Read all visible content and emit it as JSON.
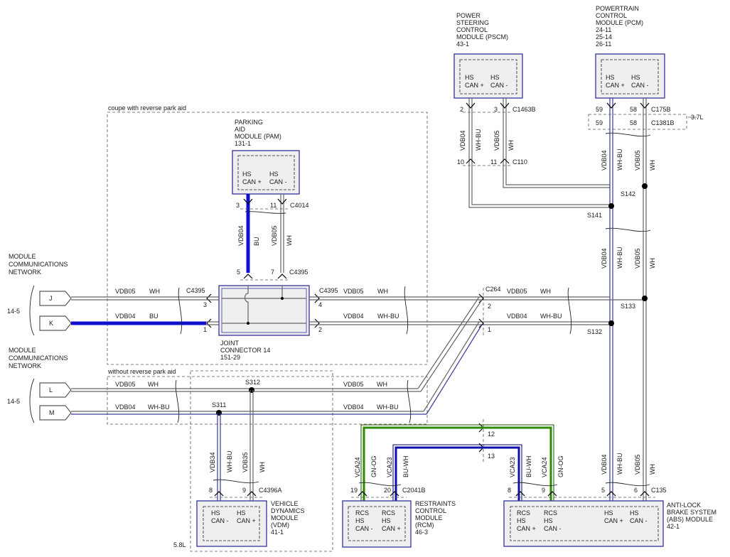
{
  "pscm": {
    "title": [
      "POWER",
      "STEERING",
      "CONTROL",
      "MODULE (PSCM)",
      "43-1"
    ],
    "pins": [
      "HS",
      "CAN +",
      "HS",
      "CAN -"
    ],
    "p1": "2",
    "p2": "3",
    "conn": "C1463B",
    "w1": "VDB04",
    "w1c": "WH-BU",
    "w2": "VDB05",
    "w2c": "WH",
    "b1": "10",
    "b2": "11",
    "bconn": "C110"
  },
  "pcm": {
    "title": [
      "POWERTRAIN",
      "CONTROL",
      "MODULE (PCM)",
      "24-11",
      "25-14",
      "26-11"
    ],
    "pins": [
      "HS",
      "CAN +",
      "HS",
      "CAN -"
    ],
    "p1": "59",
    "p2": "58",
    "conn": "C175B",
    "q1": "59",
    "q2": "58",
    "qconn": "C1381B",
    "eng": "3.7L",
    "w1": "VDB04",
    "w1c": "WH-BU",
    "w2": "VDB05",
    "w2c": "WH",
    "s142": "S142",
    "s141": "S141"
  },
  "pam": {
    "option": "coupe with reverse park aid",
    "title": [
      "PARKING",
      "AID",
      "MODULE (PAM)",
      "131-1"
    ],
    "pins": [
      "HS",
      "CAN +",
      "HS",
      "CAN -"
    ],
    "p1": "3",
    "p2": "11",
    "conn": "C4014",
    "w1": "VDB04",
    "w1c": "BU",
    "w2": "VDB05",
    "w2c": "WH",
    "q1": "5",
    "q2": "7",
    "qconn": "C4395"
  },
  "jc": {
    "title": [
      "JOINT",
      "CONNECTOR 14",
      "151-29"
    ],
    "c_left": "C4395",
    "c_right": "C4395",
    "l3": "3",
    "l1": "1",
    "r4": "4",
    "r2": "2"
  },
  "net1": {
    "title": [
      "MODULE",
      "COMMUNICATIONS",
      "NETWORK"
    ],
    "ref": "14-5",
    "j": "J",
    "k": "K",
    "j_wire": "VDB05",
    "j_color": "WH",
    "k_wire": "VDB04",
    "k_color": "BU",
    "r_j_wire": "VDB05",
    "r_j_color": "WH",
    "r_k_wire": "VDB04",
    "r_k_color": "WH-BU"
  },
  "net2": {
    "title": [
      "MODULE",
      "COMMUNICATIONS",
      "NETWORK"
    ],
    "ref": "14-5",
    "l": "L",
    "m": "M",
    "option": "without reverse park aid",
    "l_wire": "VDB05",
    "l_color": "WH",
    "m_wire": "VDB04",
    "m_color": "WH-BU",
    "r_l_wire": "VDB05",
    "r_l_color": "WH",
    "r_m_wire": "VDB04",
    "r_m_color": "WH-BU",
    "s312": "S312",
    "s311": "S311"
  },
  "c264": {
    "conn": "C264",
    "p2": "2",
    "p1": "1",
    "wire1": "VDB05",
    "color1": "WH",
    "wire2": "VDB04",
    "color2": "WH-BU",
    "s133": "S133",
    "s132": "S132",
    "p12": "12",
    "p13": "13"
  },
  "vdm": {
    "title": [
      "VEHICLE",
      "DYNAMICS",
      "MODULE",
      "(VDM)",
      "41-1"
    ],
    "pins": [
      "HS",
      "CAN -",
      "HS",
      "CAN +"
    ],
    "p1": "8",
    "p2": "9",
    "conn": "C4396A",
    "eng": "5.8L",
    "w1": "VDB34",
    "w1c": "WH-BU",
    "w2": "VDB35",
    "w2c": "WH"
  },
  "rcm": {
    "title": [
      "RESTRAINTS",
      "CONTROL",
      "MODULE",
      "(RCM)",
      "46-3"
    ],
    "pins": [
      "RCS",
      "HS",
      "CAN -",
      "RCS",
      "HS",
      "CAN +"
    ],
    "p1": "19",
    "p2": "20",
    "conn": "C2041B",
    "w1": "VCA24",
    "w1c": "GN-OG",
    "w2": "VCA23",
    "w2c": "BU-WH"
  },
  "abs": {
    "title": [
      "ANTI-LOCK",
      "BRAKE SYSTEM",
      "(ABS) MODULE",
      "42-1"
    ],
    "pins": [
      "RCS",
      "HS",
      "CAN +",
      "RCS",
      "HS",
      "CAN -",
      "HS",
      "CAN +",
      "HS",
      "CAN -"
    ],
    "p8": "8",
    "p9": "9",
    "p5": "5",
    "p6": "6",
    "conn": "C135",
    "w23": "VCA23",
    "w23c": "BU-WH",
    "w24": "VCA24",
    "w24c": "GN-OG",
    "w4": "VDB04",
    "w4c": "WH-BU",
    "w5": "VDB05",
    "w5c": "WH"
  }
}
